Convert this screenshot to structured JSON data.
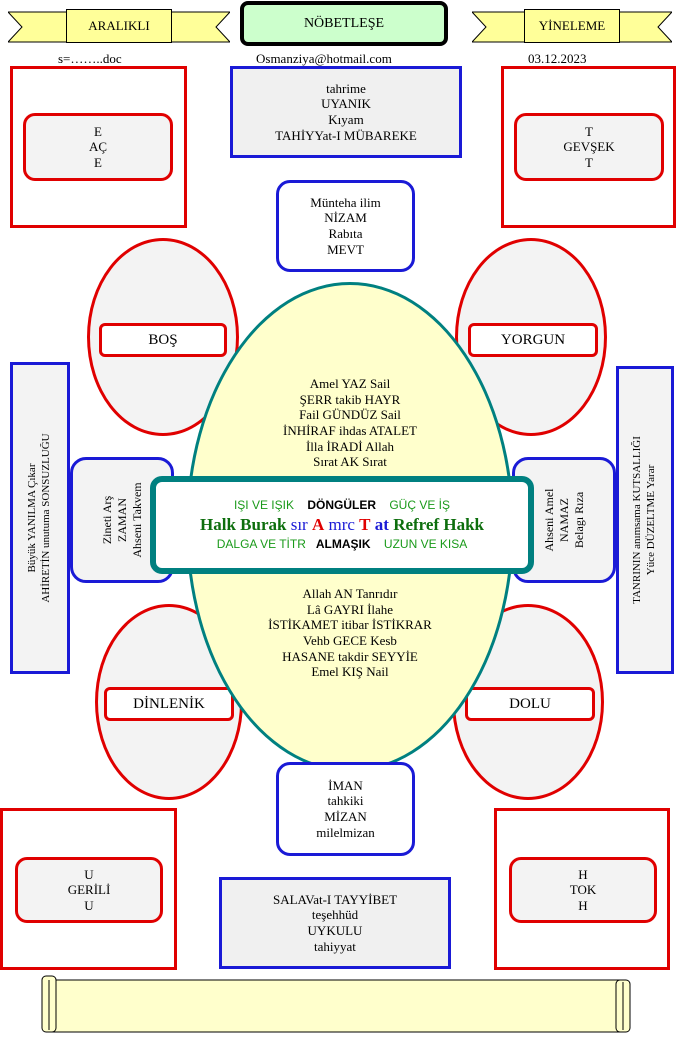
{
  "header": {
    "left_label": "ARALIKLI",
    "title": "NÖBETLEŞE",
    "right_label": "YİNELEME",
    "file": "s=……..doc",
    "email": "Osmanziya@hotmail.com",
    "date": "03.12.2023"
  },
  "top": {
    "box": [
      "tahrime",
      "UYANIK",
      "Kıyam",
      "TAHİYYat-I MÜBAREKE"
    ],
    "small": [
      "Münteha ilim",
      "NİZAM",
      "Rabıta",
      "MEVT"
    ]
  },
  "corners": {
    "top_left": [
      "E",
      "AÇ",
      "E"
    ],
    "top_right": [
      "T",
      "GEVŞEK",
      "T"
    ],
    "bottom_left": [
      "U",
      "GERİLİ",
      "U"
    ],
    "bottom_right": [
      "H",
      "TOK",
      "H"
    ]
  },
  "ovals": {
    "top_left": "BOŞ",
    "top_right": "YORGUN",
    "bottom_left": "DİNLENİK",
    "bottom_right": "DOLU"
  },
  "egg": {
    "upper": [
      "Amel YAZ Sail",
      "ŞERR takib HAYR",
      "Fail GÜNDÜZ Sail",
      "İNHİRAF ihdas ATALET",
      "İlla İRADİ Allah",
      "Sırat AK Sırat"
    ],
    "lower": [
      "Allah AN Tanrıdır",
      "Lâ GAYRI İlahe",
      "İSTİKAMET itibar İSTİKRAR",
      "Vehb GECE Kesb",
      "HASANE takdir SEYYİE",
      "Emel KIŞ Nail"
    ]
  },
  "band": {
    "row1": {
      "left": "IŞI VE IŞIK",
      "middle": "DÖNGÜLER",
      "right": "GÜÇ VE İŞ"
    },
    "row2": {
      "p1": "Halk Burak",
      "p2": "sır",
      "p3": "A",
      "p4": "mrc",
      "p5": "T",
      "p6": "at",
      "p7": "Refref Hakk"
    },
    "row3": {
      "left": "DALGA VE TİTR",
      "middle": "ALMAŞIK",
      "right": "UZUN VE KISA"
    }
  },
  "left_tall": [
    "Büyük YANILMA Çıkar",
    "AHİRETİN unutuma SONSUZLUĞU"
  ],
  "left_round": [
    "Zineti Arş",
    "ZAMAN",
    "Ahseni Takvem"
  ],
  "right_round": [
    "Ahseni Amel",
    "NAMAZ",
    "Belagı Rıza"
  ],
  "right_tall": [
    "TANRININ anımsama KUTSALLIĞI",
    "Yüce DÜZELTME Yarar"
  ],
  "bottom": {
    "small": [
      "İMAN",
      "tahkiki",
      "MİZAN",
      "milelmizan"
    ],
    "box": [
      "SALAVat-I TAYYİBET",
      "teşehhüd",
      "UYKULU",
      "tahiyyat"
    ]
  }
}
